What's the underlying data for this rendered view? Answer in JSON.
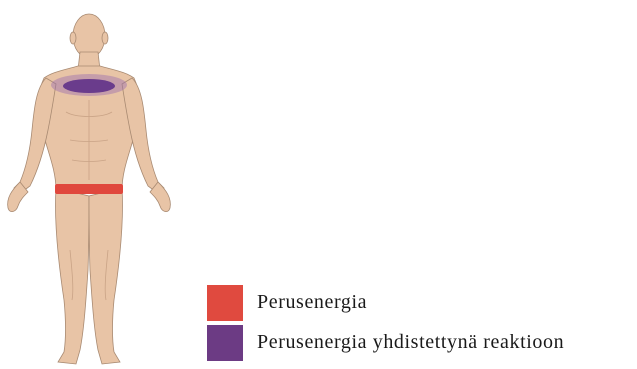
{
  "figure": {
    "skin_color": "#e8c4a6",
    "skin_outline_color": "#a88a72",
    "muscle_line_color": "#c9a386"
  },
  "regions": [
    {
      "name": "chest-region-outer",
      "color": "#9b6fb0",
      "opacity": 0.45
    },
    {
      "name": "chest-region-inner",
      "color": "#6a3c8c"
    },
    {
      "name": "waist-band",
      "color": "#e0483d"
    }
  ],
  "legend": {
    "items": [
      {
        "label": "Perusenergia",
        "color": "#e04a3f"
      },
      {
        "label": "Perusenergia yhdistettynä reaktioon",
        "color": "#6c3b84"
      }
    ]
  }
}
